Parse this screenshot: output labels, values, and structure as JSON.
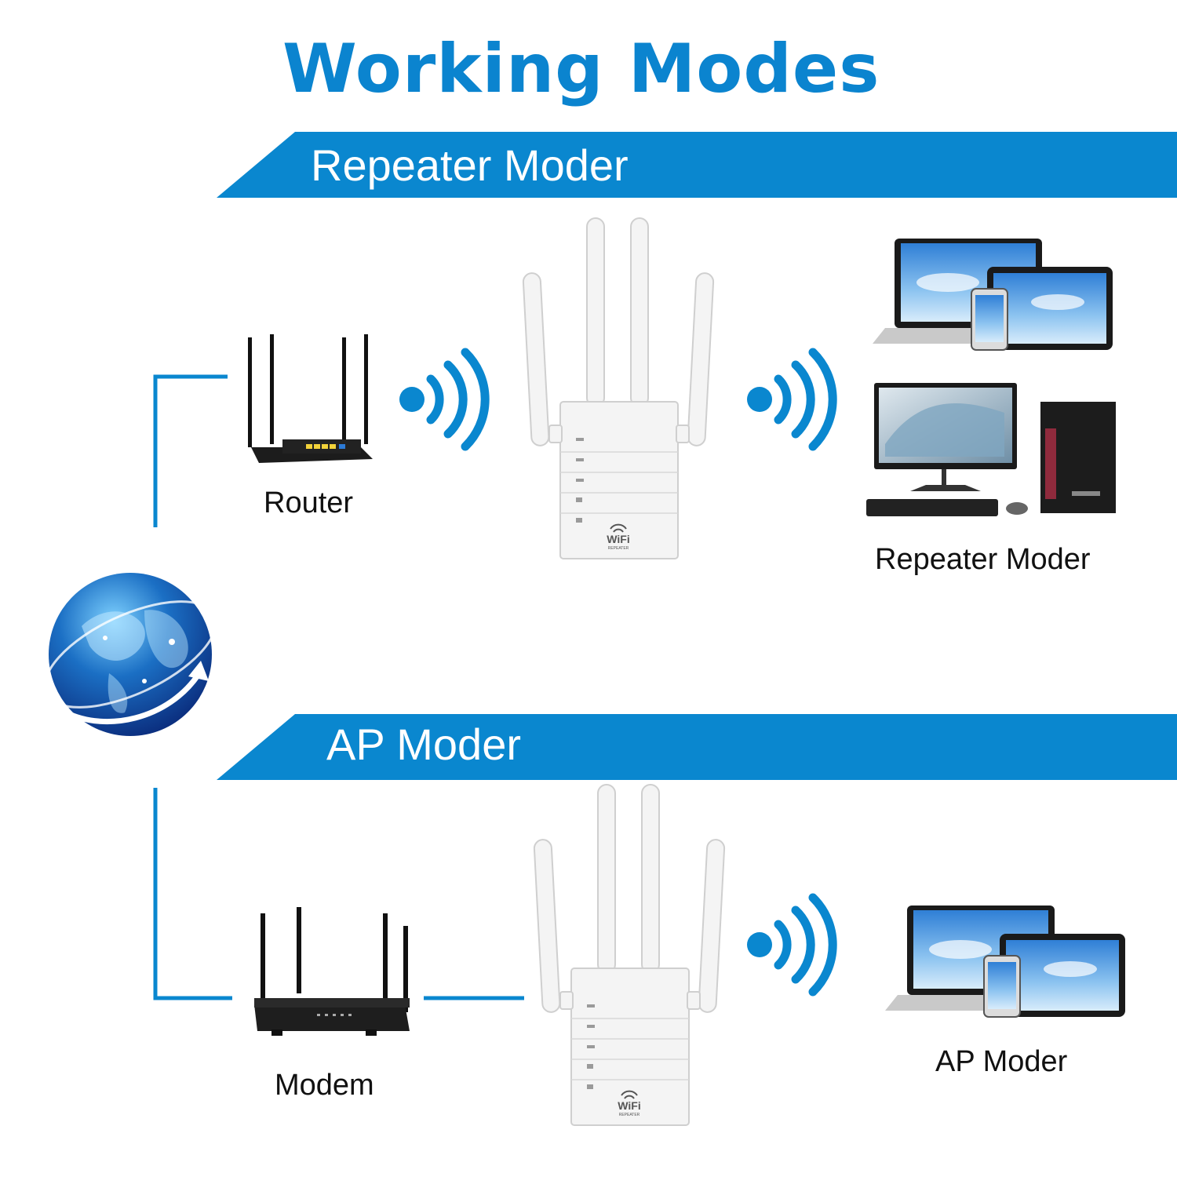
{
  "title": "Working Modes",
  "colors": {
    "accent": "#0a87cf",
    "text": "#111111",
    "background": "#ffffff"
  },
  "sections": [
    {
      "banner": "Repeater Moder",
      "source_device": {
        "label": "Router",
        "icon": "router-icon"
      },
      "extender": {
        "icon": "wifi-repeater-icon",
        "brand_text": "WiFi",
        "sub_text": "REPEATER"
      },
      "client_devices": {
        "label": "Repeater Moder",
        "icons": [
          "laptop-icon",
          "tablet-icon",
          "smartphone-icon",
          "desktop-monitor-icon",
          "pc-tower-icon",
          "keyboard-icon",
          "mouse-icon"
        ]
      }
    },
    {
      "banner": "AP Moder",
      "source_device": {
        "label": "Modem",
        "icon": "modem-icon"
      },
      "extender": {
        "icon": "wifi-repeater-icon",
        "brand_text": "WiFi",
        "sub_text": "REPEATER"
      },
      "client_devices": {
        "label": "AP Moder",
        "icons": [
          "laptop-icon",
          "tablet-icon",
          "smartphone-icon"
        ]
      }
    }
  ],
  "internet": {
    "icon": "globe-icon"
  }
}
